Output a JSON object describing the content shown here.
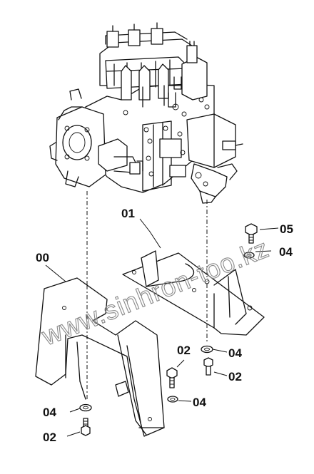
{
  "callouts": {
    "c00": "00",
    "c01": "01",
    "c05": "05",
    "c04a": "04",
    "c04b": "04",
    "c02a": "02",
    "c02b": "02",
    "c04c": "04",
    "c04d": "04",
    "c02c": "02"
  },
  "watermark": "www.sinhron-too.kz"
}
